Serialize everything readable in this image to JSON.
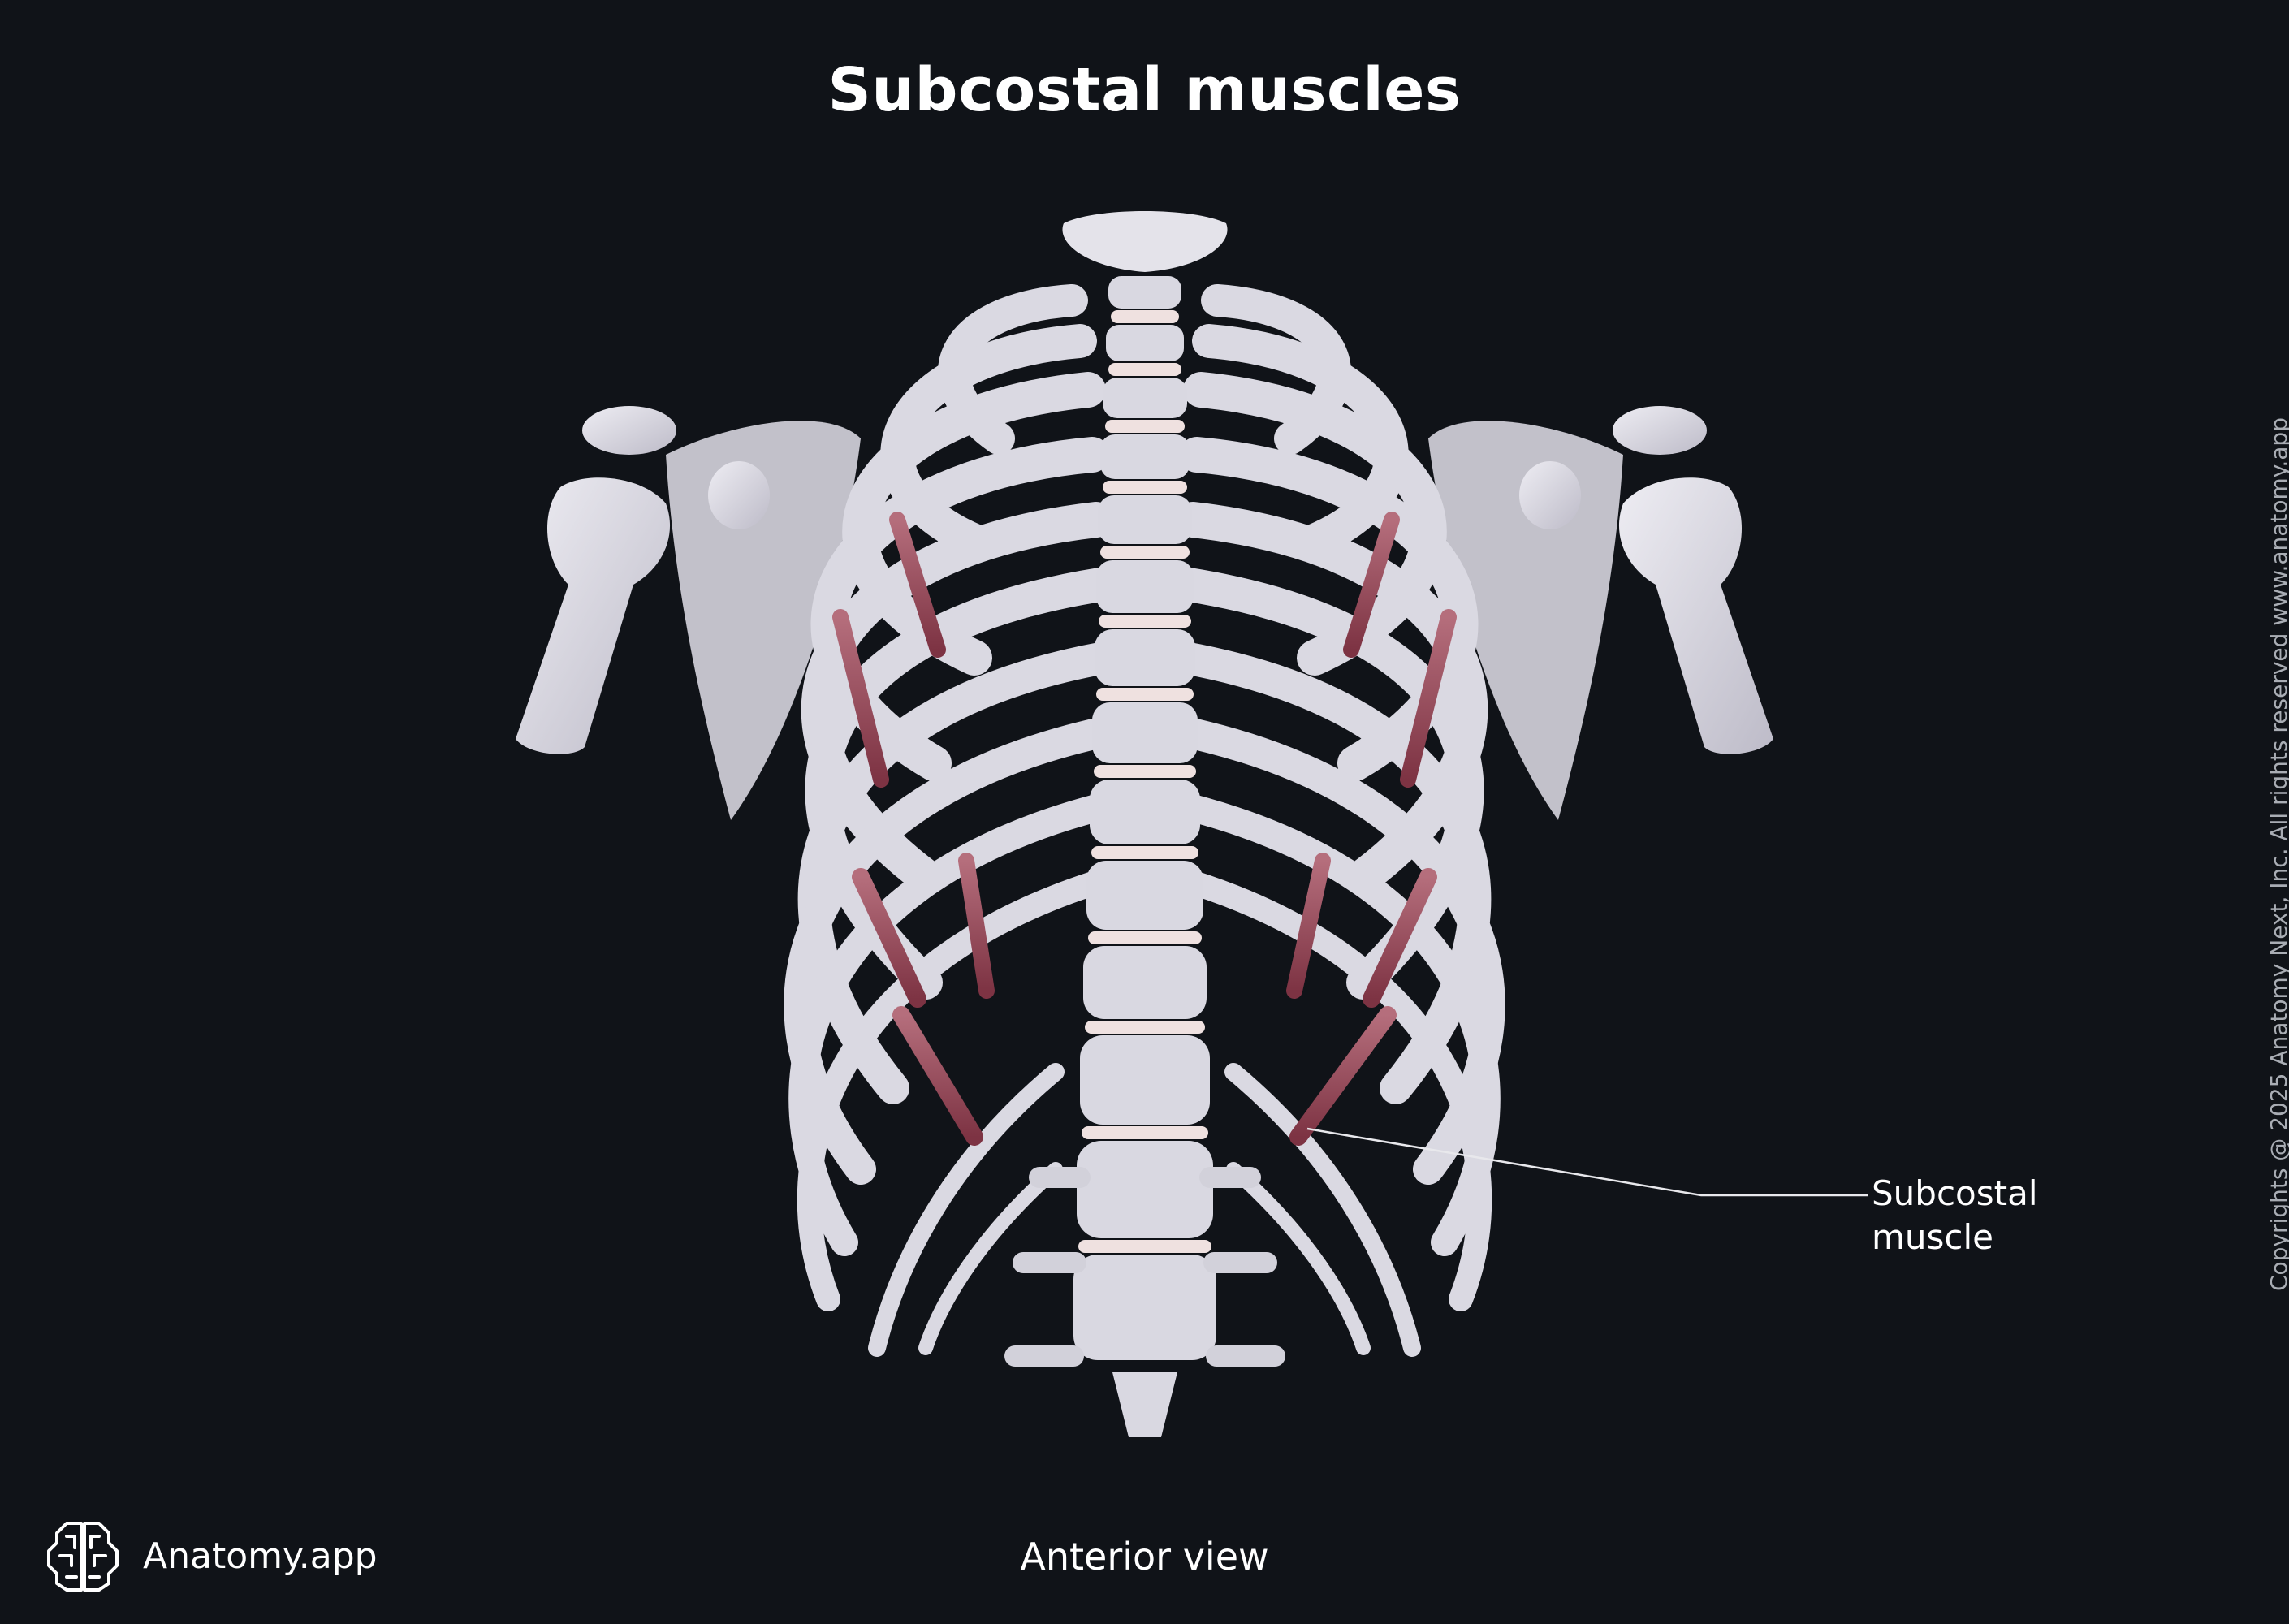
{
  "title": "Subcostal muscles",
  "label": {
    "line1": "Subcostal",
    "line2": "muscle"
  },
  "view": "Anterior view",
  "brand": {
    "name": "Anatomy.app",
    "icon": "brain-logo-icon"
  },
  "copyright": "Copyrights @ 2025 Anatomy Next, Inc. All rights reserved www.anatomy.app",
  "colors": {
    "background": "#101318",
    "bone": "#dcdbe3",
    "bone_shadow": "#b9b7c4",
    "disc": "#efe1e0",
    "muscle": "#9b4a5a",
    "text": "#ffffff",
    "muted_text": "#a9adb4"
  }
}
